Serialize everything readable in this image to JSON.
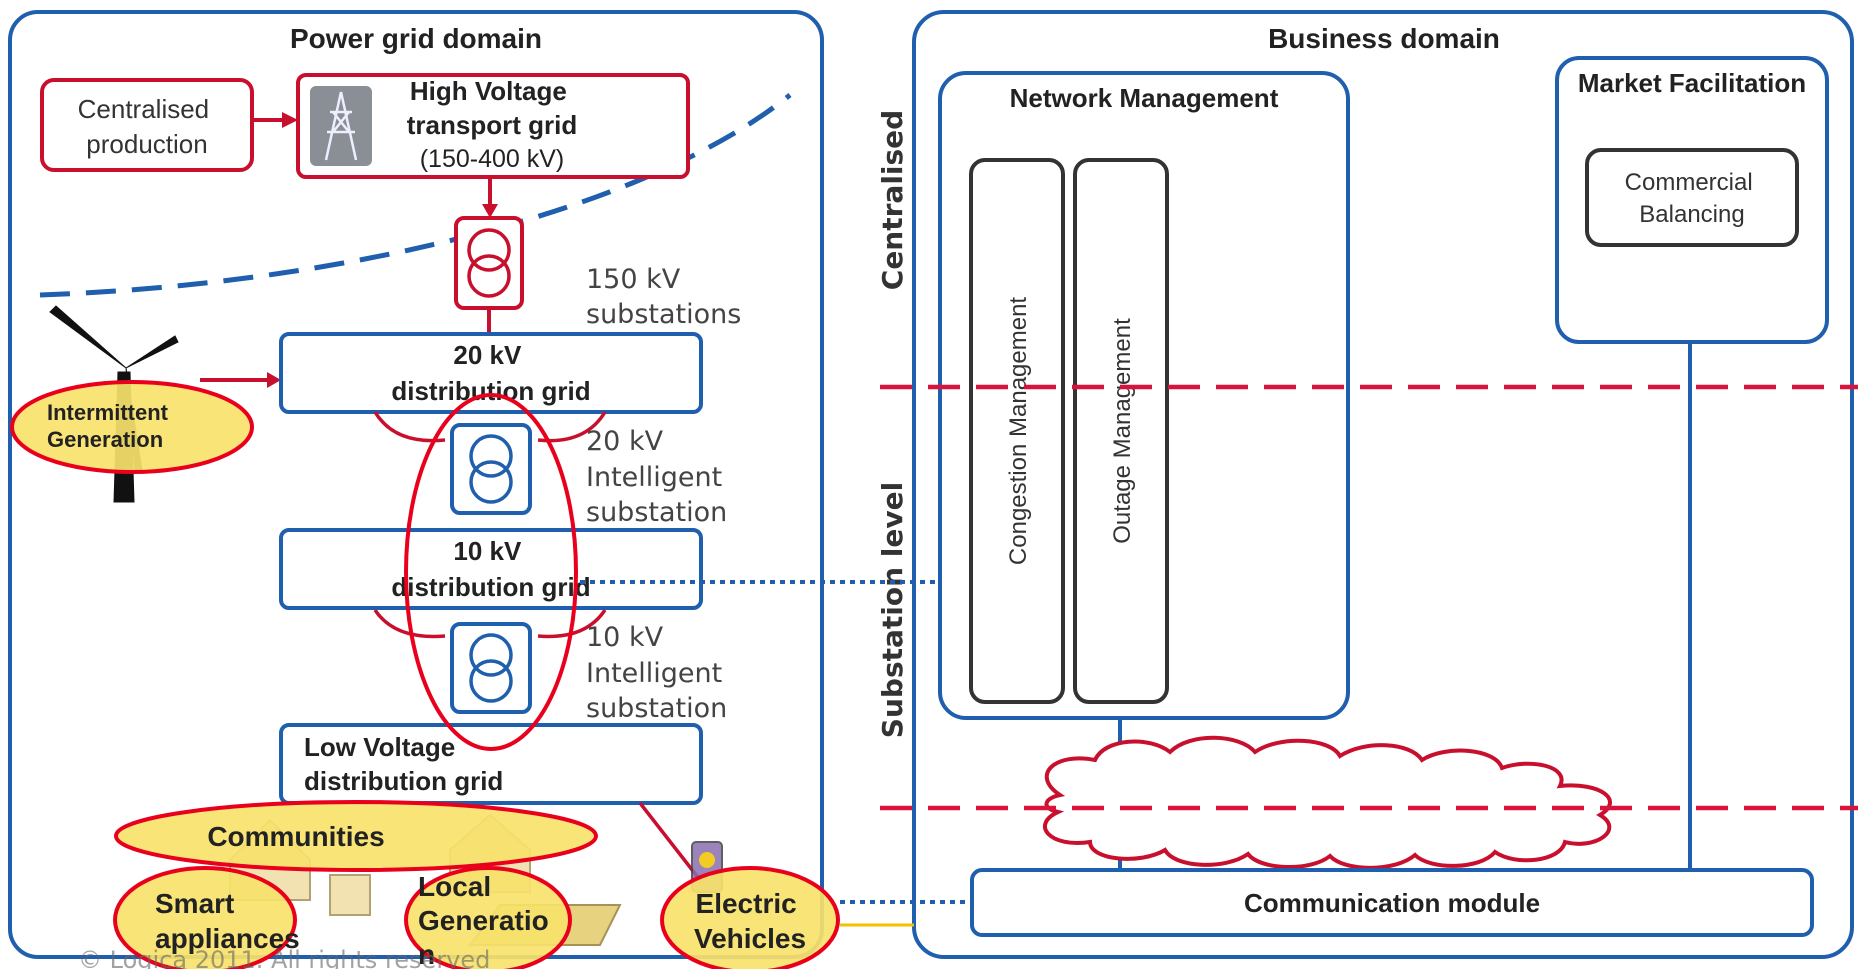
{
  "power_domain": {
    "title": "Power grid domain",
    "centralised_production": [
      "Centralised",
      "production"
    ],
    "hv_grid": [
      "High Voltage",
      "transport grid",
      "(150-400 kV)"
    ],
    "substation_150": [
      "150 kV",
      "substations"
    ],
    "grid_20kv": [
      "20 kV",
      "distribution grid"
    ],
    "substation_20": [
      "20 kV",
      "Intelligent",
      "substation"
    ],
    "grid_10kv": [
      "10 kV",
      "distribution grid"
    ],
    "substation_10": [
      "10 kV",
      "Intelligent",
      "substation"
    ],
    "lv_grid": [
      "Low Voltage",
      "distribution grid"
    ],
    "intermittent_generation": [
      "Intermittent",
      "Generation"
    ],
    "communities": "Communities",
    "smart_appliances": [
      "Smart",
      "appliances"
    ],
    "local_generation": [
      "Local",
      "Generatio",
      "n"
    ],
    "electric_vehicles": [
      "Electric",
      "Vehicles"
    ],
    "copyright": "© Logica 2011. All rights reserved"
  },
  "business_domain": {
    "title": "Business domain",
    "level_centralised": "Centralised",
    "level_substation": "Substation level",
    "network_management": "Network Management",
    "congestion_management": "Congestion Management",
    "outage_management": "Outage Management",
    "market_facilitation": "Market Facilitation",
    "commercial_balancing": [
      "Commercial",
      "Balancing"
    ],
    "communication_module": "Communication module"
  },
  "colors": {
    "domain_border": "#1f5fad",
    "grid_border": "#c8102e",
    "highlight_fill": "#f7e26b",
    "highlight_stroke": "#e8001c",
    "level_divider": "#d9143a",
    "dotted_link": "#1f5fad"
  }
}
